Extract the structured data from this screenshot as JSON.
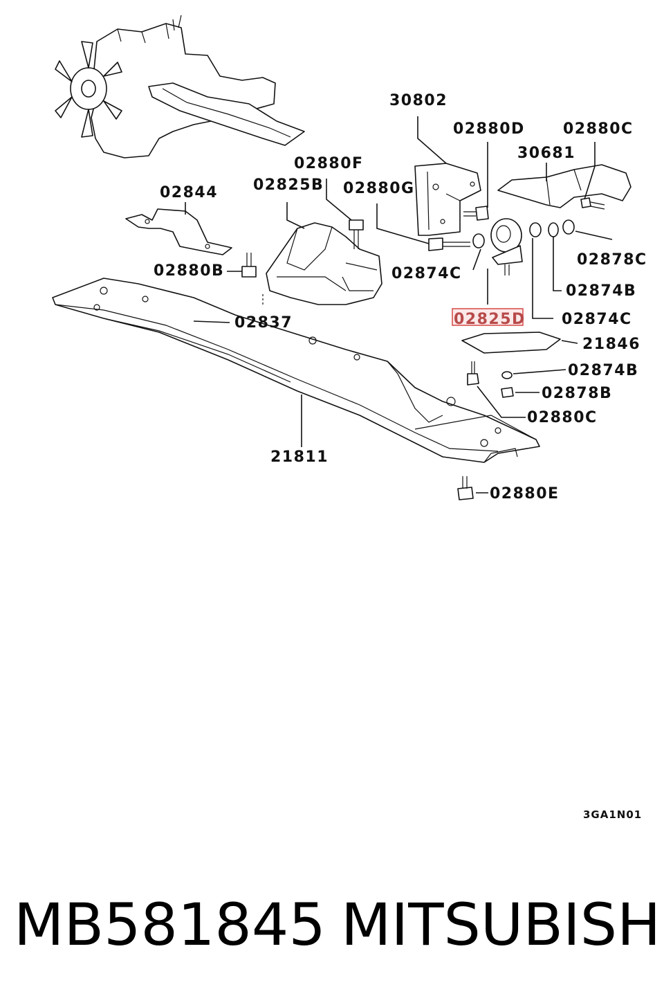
{
  "diagram": {
    "callouts": [
      {
        "id": "30802",
        "text": "30802"
      },
      {
        "id": "02880D",
        "text": "02880D"
      },
      {
        "id": "02880C_top",
        "text": "02880C"
      },
      {
        "id": "30681",
        "text": "30681"
      },
      {
        "id": "02880F",
        "text": "02880F"
      },
      {
        "id": "02825B",
        "text": "02825B"
      },
      {
        "id": "02880G",
        "text": "02880G"
      },
      {
        "id": "02844",
        "text": "02844"
      },
      {
        "id": "02880B",
        "text": "02880B"
      },
      {
        "id": "02874C_mid",
        "text": "02874C"
      },
      {
        "id": "02878C",
        "text": "02878C"
      },
      {
        "id": "02874B_top",
        "text": "02874B"
      },
      {
        "id": "02837",
        "text": "02837"
      },
      {
        "id": "02825D",
        "text": "02825D"
      },
      {
        "id": "02874C_right",
        "text": "02874C"
      },
      {
        "id": "21846",
        "text": "21846"
      },
      {
        "id": "02874B_low",
        "text": "02874B"
      },
      {
        "id": "02878B",
        "text": "02878B"
      },
      {
        "id": "02880C_low",
        "text": "02880C"
      },
      {
        "id": "21811",
        "text": "21811"
      },
      {
        "id": "02880E",
        "text": "02880E"
      }
    ],
    "highlighted_callout": "02825D",
    "highlight_color": "#d9534f",
    "diagram_code": "3GA1N01"
  },
  "footer": {
    "part_number": "MB581845",
    "brand": "MITSUBISHI"
  }
}
